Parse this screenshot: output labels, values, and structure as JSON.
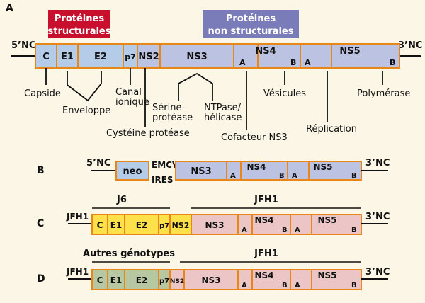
{
  "panels": {
    "a": {
      "letter": "A",
      "headers": {
        "structural": [
          "Protéines",
          "structurales"
        ],
        "nonstructural": [
          "Protéines",
          "non structurales"
        ]
      },
      "five_nc": "5’NC",
      "three_nc": "3’NC",
      "segments": [
        "C",
        "E1",
        "E2",
        "p7",
        "NS2",
        "NS3",
        "NS4",
        "NS5"
      ],
      "sub_labels": [
        "A",
        "B",
        "A",
        "B"
      ],
      "annotations": {
        "capside": "Capside",
        "enveloppe": "Enveloppe",
        "canal": [
          "Canal",
          "ionique"
        ],
        "serine": [
          "Sérine-",
          "protéase"
        ],
        "ntpase": [
          "NTPase/",
          "hélicase"
        ],
        "vesicules": "Vésicules",
        "polymerase": "Polymérase",
        "cysteine": "Cystéine protéase",
        "cofacteur": "Cofacteur NS3",
        "replication": "Réplication"
      }
    },
    "b": {
      "letter": "B",
      "five_nc": "5’NC",
      "three_nc": "3’NC",
      "segments": [
        "neo",
        "NS3",
        "NS4",
        "NS5"
      ],
      "sub_labels": [
        "A",
        "B",
        "A",
        "B"
      ],
      "ires": [
        "EMCV",
        "IRES"
      ]
    },
    "c": {
      "letter": "C",
      "left_label": "JFH1",
      "three_nc": "3’NC",
      "bracket_labels": [
        "J6",
        "JFH1"
      ],
      "segments": [
        "C",
        "E1",
        "E2",
        "p7",
        "NS2",
        "NS3",
        "NS4",
        "NS5"
      ],
      "sub_labels": [
        "A",
        "B",
        "A",
        "B"
      ]
    },
    "d": {
      "letter": "D",
      "left_label": "JFH1",
      "three_nc": "3’NC",
      "bracket_labels": [
        "Autres génotypes",
        "JFH1"
      ],
      "segments": [
        "C",
        "E1",
        "E2",
        "p7",
        "NS2",
        "NS3",
        "NS4",
        "NS5"
      ],
      "sub_labels": [
        "A",
        "B",
        "A",
        "B"
      ]
    }
  },
  "colors": {
    "background": "#fbf6e6",
    "border": "#e8861a",
    "blue": "#b4cce8",
    "lavender": "#bcc2e2",
    "pink": "#ecc6c6",
    "yellow": "#fce14a",
    "green": "#b6c7a2",
    "red_header": "#c8102e",
    "purple_header": "#7a7cba",
    "text": "#111111"
  }
}
